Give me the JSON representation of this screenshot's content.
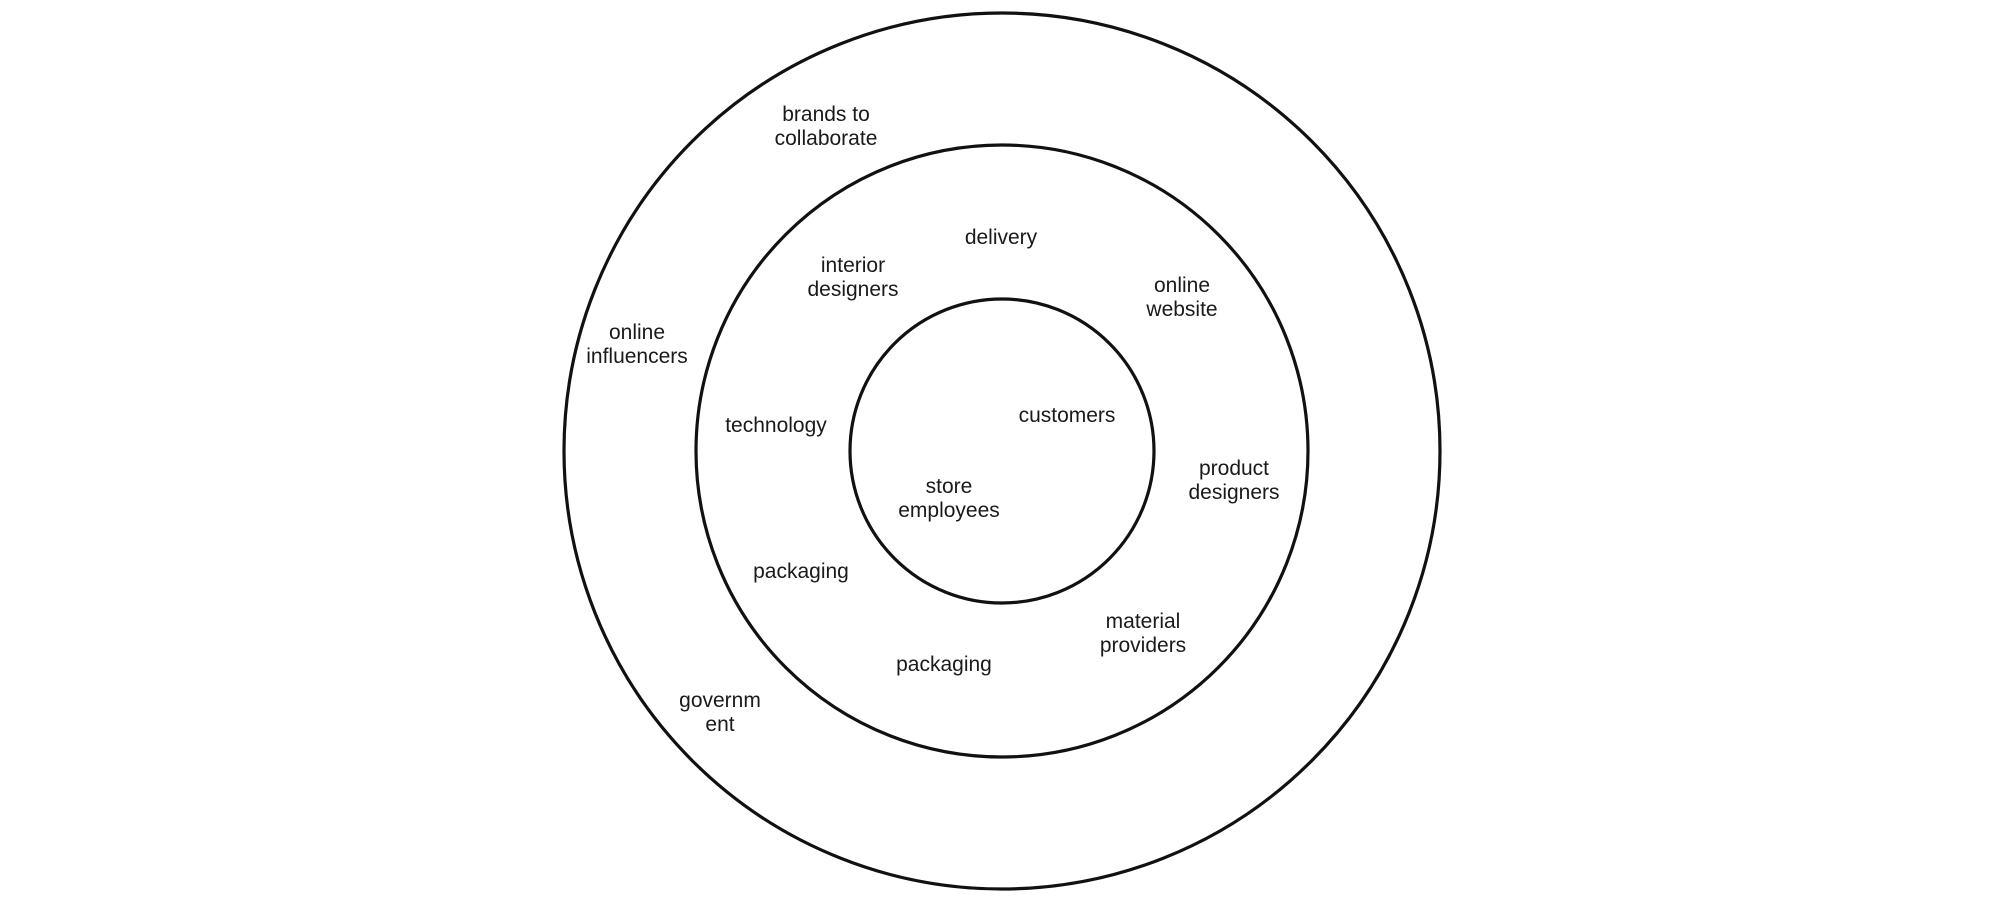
{
  "diagram": {
    "type": "concentric-stakeholder-circles",
    "stroke_color": "#111111",
    "text_color": "#1a1a1a",
    "rings": [
      {
        "id": "inner",
        "labels": [
          {
            "id": "customers",
            "lines": [
              "customers"
            ]
          },
          {
            "id": "store-employees",
            "lines": [
              "store",
              "employees"
            ]
          }
        ]
      },
      {
        "id": "middle",
        "labels": [
          {
            "id": "delivery",
            "lines": [
              "delivery"
            ]
          },
          {
            "id": "interior-designers",
            "lines": [
              "interior",
              "designers"
            ]
          },
          {
            "id": "online-website",
            "lines": [
              "online",
              "website"
            ]
          },
          {
            "id": "technology",
            "lines": [
              "technology"
            ]
          },
          {
            "id": "product-designers",
            "lines": [
              "product",
              "designers"
            ]
          },
          {
            "id": "packaging-left",
            "lines": [
              "packaging"
            ]
          },
          {
            "id": "material-providers",
            "lines": [
              "material",
              "providers"
            ]
          },
          {
            "id": "packaging-bottom",
            "lines": [
              "packaging"
            ]
          }
        ]
      },
      {
        "id": "outer",
        "labels": [
          {
            "id": "brands-to-collaborate",
            "lines": [
              "brands to",
              "collaborate"
            ]
          },
          {
            "id": "online-influencers",
            "lines": [
              "online",
              "influencers"
            ]
          },
          {
            "id": "government",
            "lines": [
              "governm",
              "ent"
            ]
          }
        ]
      }
    ]
  }
}
